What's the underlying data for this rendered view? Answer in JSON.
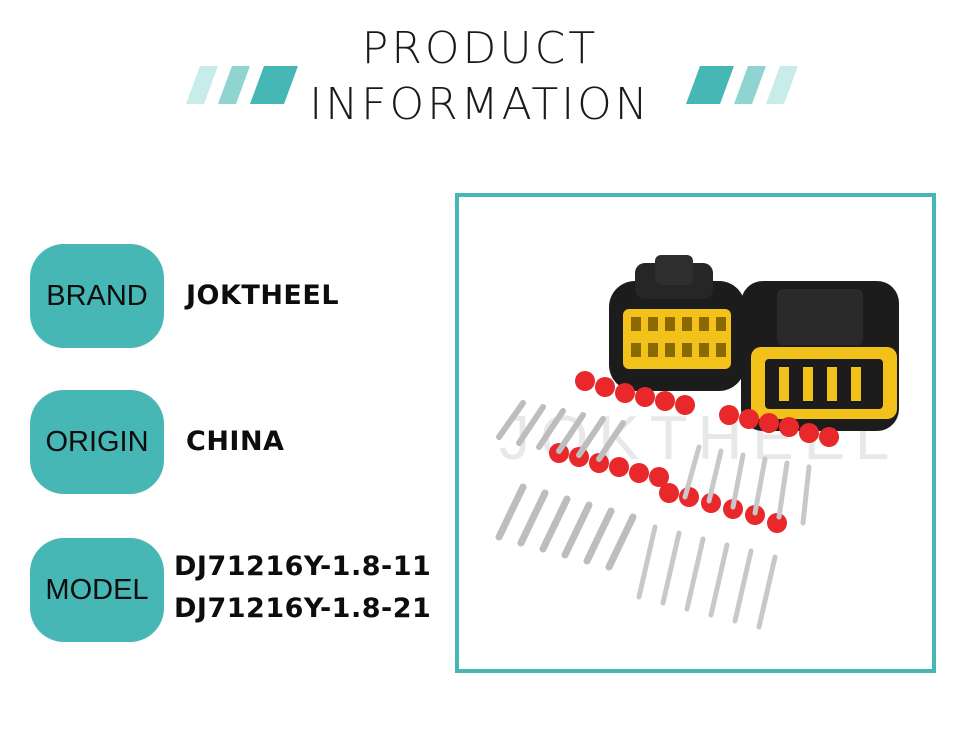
{
  "header": {
    "title_line1": "PRODUCT",
    "title_line2": "INFORMATION"
  },
  "info": {
    "brand_label": "BRAND",
    "brand_value": "JOKTHEEL",
    "origin_label": "ORIGIN",
    "origin_value": "CHINA",
    "model_label": "MODEL",
    "model_values": [
      "DJ71216Y-1.8-11",
      "DJ71216Y-1.8-21"
    ]
  },
  "photo": {
    "watermark": "JOKTHEEL"
  },
  "colors": {
    "accent": "#46b7b4",
    "stripe_light": "#c7ecea",
    "connector_body": "#1c1c1c",
    "connector_insert": "#f2c21b",
    "seal": "#e8282b",
    "terminal": "#c8c8c8"
  }
}
